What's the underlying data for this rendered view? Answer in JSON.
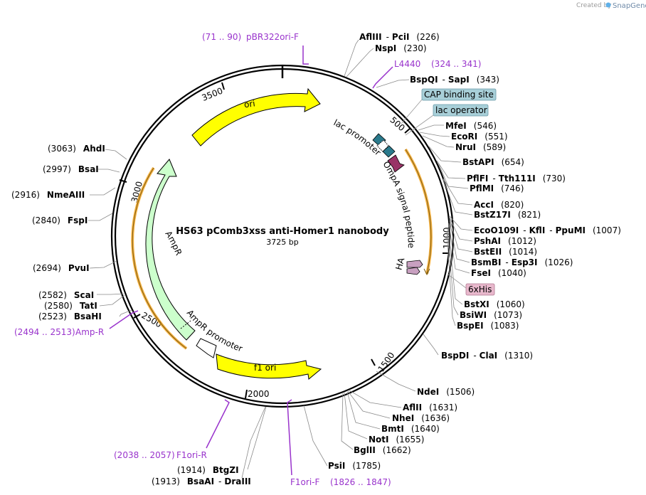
{
  "credit": {
    "prefix": "Created by",
    "brand": "SnapGene"
  },
  "plasmid": {
    "name": "HS63 pComb3xss anti-Homer1 nanobody",
    "length": "3725 bp"
  },
  "ticks": [
    "500",
    "1000",
    "1500",
    "2000",
    "2500",
    "3000",
    "3500"
  ],
  "features": {
    "ori": "ori",
    "f1_ori": "f1 ori",
    "ampr": "AmpR",
    "ampr_promoter": "AmpR promoter",
    "lac_promoter": "lac promoter",
    "ompa": "OmpA signal peptide",
    "ha": "HA",
    "cap": "CAP binding site",
    "lac_operator": "lac operator",
    "his": "6xHis"
  },
  "sites": {
    "aflIII_pciI": {
      "name": "AflIII",
      "name2": "PciI",
      "pos": "(226)"
    },
    "nspI": {
      "name": "NspI",
      "pos": "(230)"
    },
    "bspQI_sapI": {
      "name": "BspQI",
      "name2": "SapI",
      "pos": "(343)"
    },
    "mfeI": {
      "name": "MfeI",
      "pos": "(546)"
    },
    "ecoRI": {
      "name": "EcoRI",
      "pos": "(551)"
    },
    "nruI": {
      "name": "NruI",
      "pos": "(589)"
    },
    "bstAPI": {
      "name": "BstAPI",
      "pos": "(654)"
    },
    "pflFI_tth111I": {
      "name": "PflFI",
      "name2": "Tth111I",
      "pos": "(730)"
    },
    "pflMI": {
      "name": "PflMI",
      "pos": "(746)"
    },
    "accI": {
      "name": "AccI",
      "pos": "(820)"
    },
    "bstZ17I": {
      "name": "BstZ17I",
      "pos": "(821)"
    },
    "ecoO109I": {
      "name": "EcoO109I",
      "name2": "KflI",
      "name3": "PpuMI",
      "pos": "(1007)"
    },
    "pshAI": {
      "name": "PshAI",
      "pos": "(1012)"
    },
    "bstEII": {
      "name": "BstEII",
      "pos": "(1014)"
    },
    "bsmBI_esp3I": {
      "name": "BsmBI",
      "name2": "Esp3I",
      "pos": "(1026)"
    },
    "fseI": {
      "name": "FseI",
      "pos": "(1040)"
    },
    "bstXI": {
      "name": "BstXI",
      "pos": "(1060)"
    },
    "bsiWI": {
      "name": "BsiWI",
      "pos": "(1073)"
    },
    "bspEI": {
      "name": "BspEI",
      "pos": "(1083)"
    },
    "bspDI_claI": {
      "name": "BspDI",
      "name2": "ClaI",
      "pos": "(1310)"
    },
    "ndeI": {
      "name": "NdeI",
      "pos": "(1506)"
    },
    "aflII": {
      "name": "AflII",
      "pos": "(1631)"
    },
    "nheI": {
      "name": "NheI",
      "pos": "(1636)"
    },
    "bmtI": {
      "name": "BmtI",
      "pos": "(1640)"
    },
    "notI": {
      "name": "NotI",
      "pos": "(1655)"
    },
    "bglII": {
      "name": "BglII",
      "pos": "(1662)"
    },
    "psiI": {
      "name": "PsiI",
      "pos": "(1785)"
    },
    "btgZI": {
      "name": "BtgZI",
      "pos": "(1914)"
    },
    "bsaAI_draIII": {
      "name": "BsaAI",
      "name2": "DraIII",
      "pos": "(1913)"
    },
    "bsaHI": {
      "name": "BsaHI",
      "pos": "(2523)"
    },
    "tatI": {
      "name": "TatI",
      "pos": "(2580)"
    },
    "scaI": {
      "name": "ScaI",
      "pos": "(2582)"
    },
    "pvuI": {
      "name": "PvuI",
      "pos": "(2694)"
    },
    "fspI": {
      "name": "FspI",
      "pos": "(2840)"
    },
    "nmeAIII": {
      "name": "NmeAIII",
      "pos": "(2916)"
    },
    "bsaI": {
      "name": "BsaI",
      "pos": "(2997)"
    },
    "ahdI": {
      "name": "AhdI",
      "pos": "(3063)"
    }
  },
  "primers": {
    "pbr322ori_f": {
      "name": "pBR322ori-F",
      "range": "(71 .. 90)"
    },
    "l4440": {
      "name": "L4440",
      "range": "(324 .. 341)"
    },
    "amp_r": {
      "name": "Amp-R",
      "range": "(2494 .. 2513)"
    },
    "f1ori_r": {
      "name": "F1ori-R",
      "range": "(2038 .. 2057)"
    },
    "f1ori_f": {
      "name": "F1ori-F",
      "range": "(1826 .. 1847)"
    }
  },
  "colors": {
    "ori": "#ffff00",
    "f1_ori": "#ffff00",
    "ampr": "#ccffcc",
    "promoter": "#ffffff",
    "lac_promoter": "#2a7a8c",
    "ompa": "#993366",
    "ha": "#c8a0c0",
    "highlight": "#f5a623",
    "primer": "#9933cc",
    "cap_box": "#a8cfd8",
    "his_box": "#e8b8cc"
  }
}
